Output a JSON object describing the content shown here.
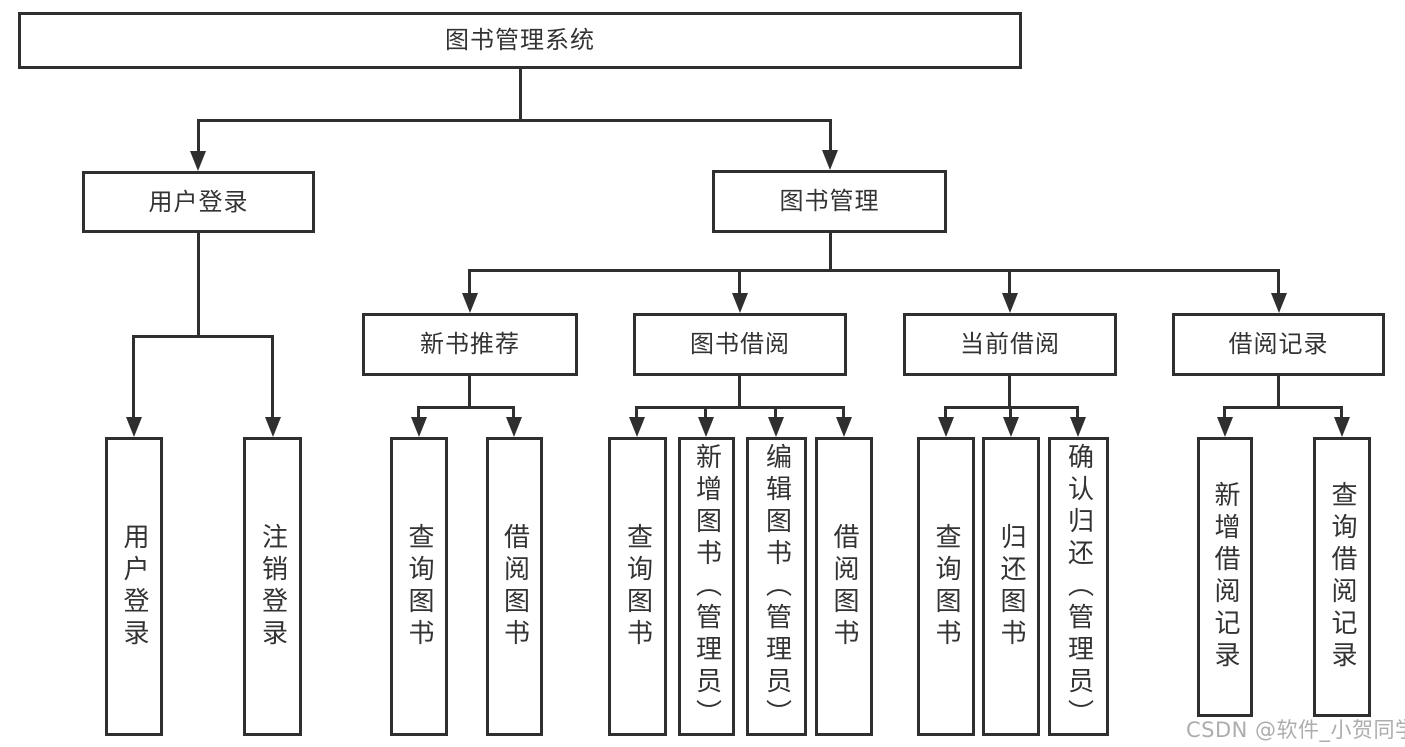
{
  "diagram": {
    "root": {
      "label": "图书管理系统"
    },
    "level2": [
      {
        "label": "用户登录"
      },
      {
        "label": "图书管理"
      }
    ],
    "level3": [
      {
        "label": "新书推荐"
      },
      {
        "label": "图书借阅"
      },
      {
        "label": "当前借阅"
      },
      {
        "label": "借阅记录"
      }
    ],
    "leaves": {
      "user_login": [
        "用户登录",
        "注销登录"
      ],
      "new_rec": [
        "查询图书",
        "借阅图书"
      ],
      "book_borrow": [
        "查询图书",
        "新增图书（管理员）",
        "编辑图书（管理员）",
        "借阅图书"
      ],
      "current": [
        "查询图书",
        "归还图书",
        "确认归还（管理员）"
      ],
      "records": [
        "新增借阅记录",
        "查询借阅记录"
      ]
    },
    "watermark": "CSDN @软件_小贺同学",
    "colors": {
      "line": "#2f2f2f",
      "text": "#333333",
      "background": "#ffffff",
      "watermark": "#adadad"
    }
  }
}
